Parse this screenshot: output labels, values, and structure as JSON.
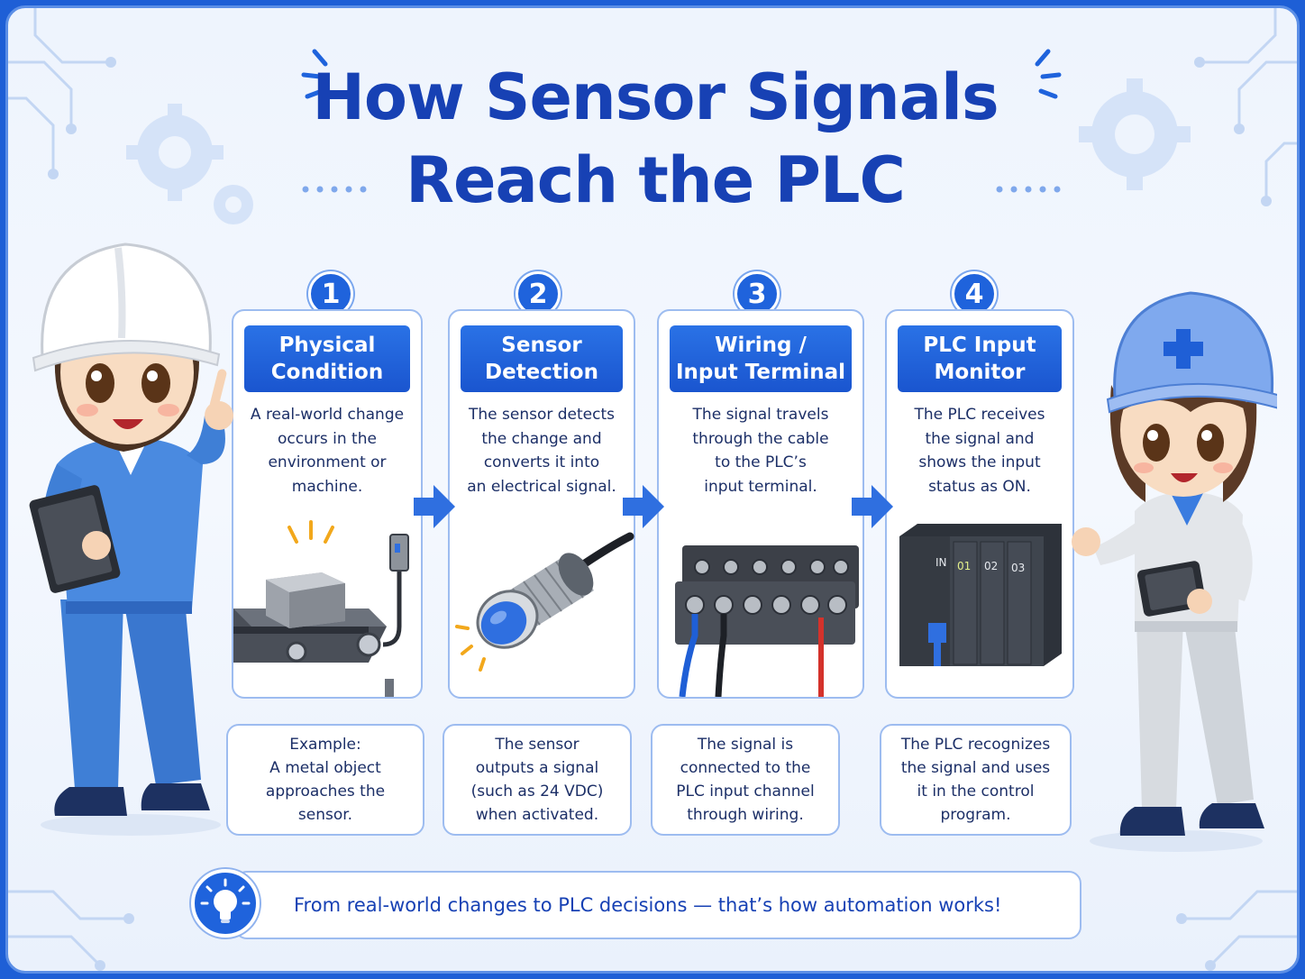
{
  "title": {
    "line1": "How Sensor Signals",
    "line2": "Reach the PLC"
  },
  "steps": [
    {
      "number": "1",
      "heading": "Physical\nCondition",
      "description": "A real-world change\noccurs in the\nenvironment or\nmachine.",
      "example": "Example:\nA metal object\napproaches the\nsensor."
    },
    {
      "number": "2",
      "heading": "Sensor\nDetection",
      "description": "The sensor detects\nthe change and\nconverts it into\nan electrical signal.",
      "example": "The sensor\noutputs a signal\n(such as 24 VDC)\nwhen activated."
    },
    {
      "number": "3",
      "heading": "Wiring /\nInput Terminal",
      "description": "The signal travels\nthrough the cable\nto the PLC’s\ninput terminal.",
      "example": "The signal is\nconnected to the\nPLC input channel\nthrough wiring."
    },
    {
      "number": "4",
      "heading": "PLC Input\nMonitor",
      "description": "The PLC receives\nthe signal and\nshows the input\nstatus as ON.",
      "example": "The PLC recognizes\nthe signal and uses\nit in the control\nprogram."
    }
  ],
  "plc_labels": {
    "in": "IN",
    "ch1": "01",
    "ch2": "02",
    "ch3": "03"
  },
  "footer": {
    "text": "From real-world changes to PLC decisions — that’s how automation works!"
  },
  "colors": {
    "title": "#1741b4",
    "accent": "#1f63dc",
    "card_border": "#9dbcf0"
  }
}
